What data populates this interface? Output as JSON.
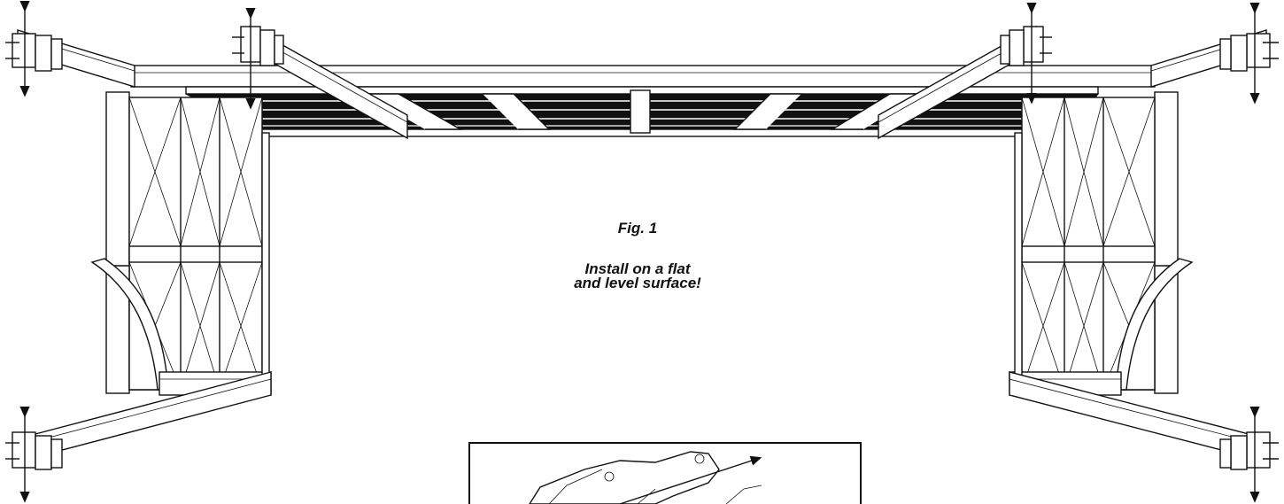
{
  "figure": {
    "label": "Fig. 1",
    "note_lines": [
      "Install on a flat",
      "and level surface!"
    ]
  },
  "icons": {
    "height_adjust_arrow": "double-headed-vertical-arrow",
    "direction_arrow": "single-headed-arrow"
  },
  "colors": {
    "line": "#111111",
    "background": "#ffffff"
  }
}
